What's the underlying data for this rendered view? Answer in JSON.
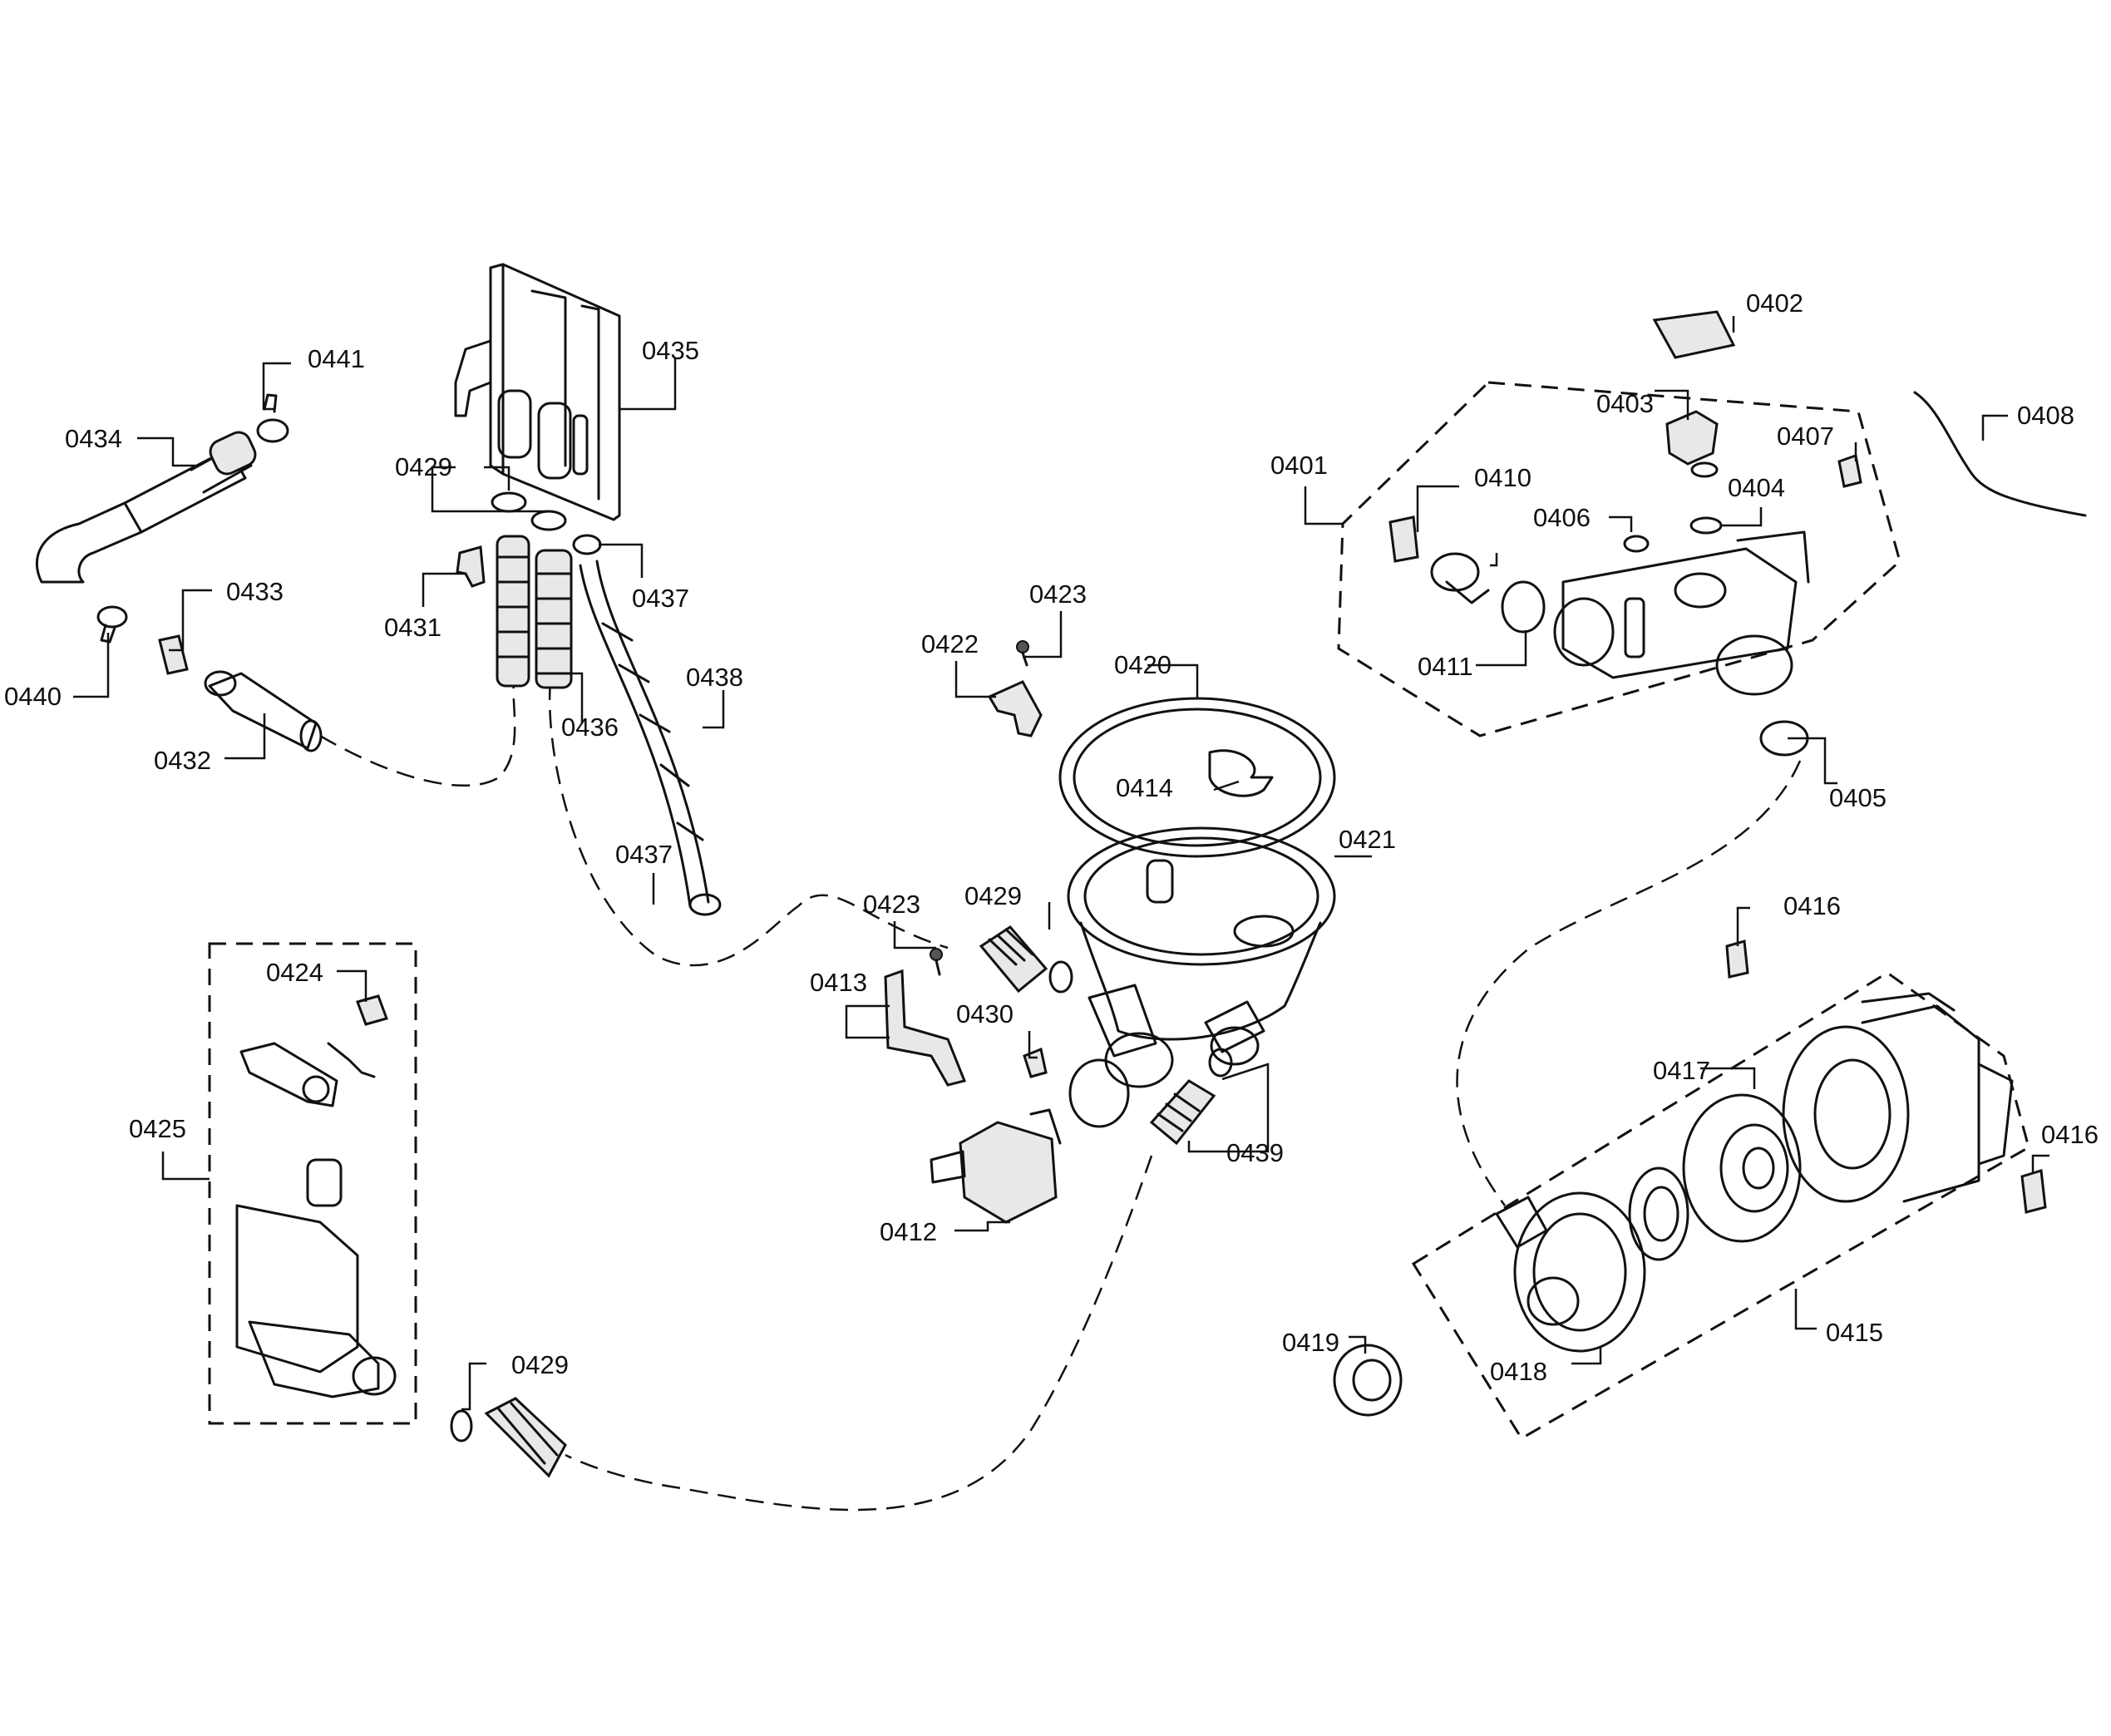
{
  "diagram": {
    "labels": {
      "p0401": "0401",
      "p0402": "0402",
      "p0403": "0403",
      "p0404": "0404",
      "p0405": "0405",
      "p0406": "0406",
      "p0407": "0407",
      "p0408": "0408",
      "p0410": "0410",
      "p0411": "0411",
      "p0412": "0412",
      "p0413": "0413",
      "p0414": "0414",
      "p0415": "0415",
      "p0416a": "0416",
      "p0416b": "0416",
      "p0417": "0417",
      "p0418": "0418",
      "p0419": "0419",
      "p0420": "0420",
      "p0421": "0421",
      "p0422": "0422",
      "p0423a": "0423",
      "p0423b": "0423",
      "p0424": "0424",
      "p0425": "0425",
      "p0429a": "0429",
      "p0429b": "0429",
      "p0429c": "0429",
      "p0430": "0430",
      "p0431": "0431",
      "p0432": "0432",
      "p0433": "0433",
      "p0434": "0434",
      "p0435": "0435",
      "p0436": "0436",
      "p0437a": "0437",
      "p0437b": "0437",
      "p0438": "0438",
      "p0439": "0439",
      "p0440": "0440",
      "p0441": "0441"
    }
  }
}
